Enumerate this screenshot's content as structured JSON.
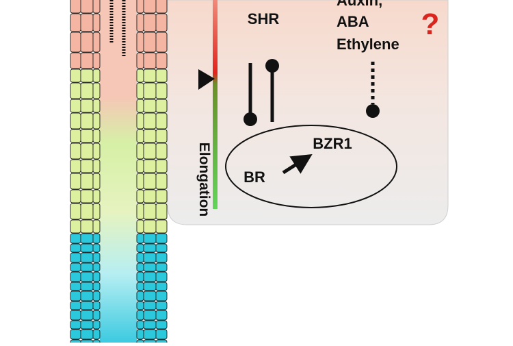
{
  "labels": {
    "shr": "SHR",
    "hormones": [
      "Auxin,",
      "ABA",
      "Ethylene"
    ],
    "question_mark": "?",
    "bzr1": "BZR1",
    "br": "BR",
    "elongation": "Elongation"
  },
  "colors": {
    "meristem_cells": "#f4b6a2",
    "elongation_cells": "#dcf0a0",
    "differentiation_cells": "#2cc8dc",
    "inset_top": "#f7d9cc",
    "inset_bottom": "#eeeeee",
    "question_mark": "#d8261f",
    "bar_top": "#e23a2a",
    "bar_bottom": "#3ec43e"
  }
}
